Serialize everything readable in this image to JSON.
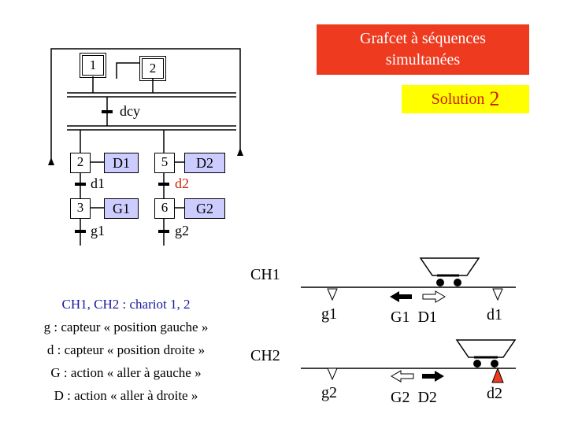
{
  "title": {
    "line1": "Grafcet à séquences",
    "line2": "simultanées"
  },
  "solution": {
    "label": "Solution",
    "number": "2"
  },
  "grafcet": {
    "step_initial_1": "1",
    "step_initial_2": "2",
    "transition_start": "dcy",
    "branch1": {
      "step_a": "2",
      "action_a": "D1",
      "transition_a": "d1",
      "step_b": "3",
      "action_b": "G1",
      "transition_b": "g1"
    },
    "branch2": {
      "step_a": "5",
      "action_a": "D2",
      "transition_a": "d2",
      "step_b": "6",
      "action_b": "G2",
      "transition_b": "g2"
    }
  },
  "track1": {
    "name": "CH1",
    "left_sensor": "g1",
    "right_sensor": "d1",
    "actions": "G1  D1"
  },
  "track2": {
    "name": "CH2",
    "left_sensor": "g2",
    "right_sensor": "d2",
    "actions": "G2  D2"
  },
  "legend": [
    "CH1, CH2 : chariot 1, 2",
    "g : capteur « position gauche »",
    "d : capteur « position droite »",
    "G : action « aller à gauche »",
    "D : action « aller à droite »"
  ],
  "colors": {
    "title_bg": "#ee3a1f",
    "title_text": "#ffffff",
    "solution_bg": "#ffff00",
    "solution_text": "#cc2200",
    "action_bg": "#ccccff",
    "transition_d2": "#cc2200",
    "sensor_active": "#ee3a1f",
    "legend_first_line": "#1a1aa0"
  }
}
